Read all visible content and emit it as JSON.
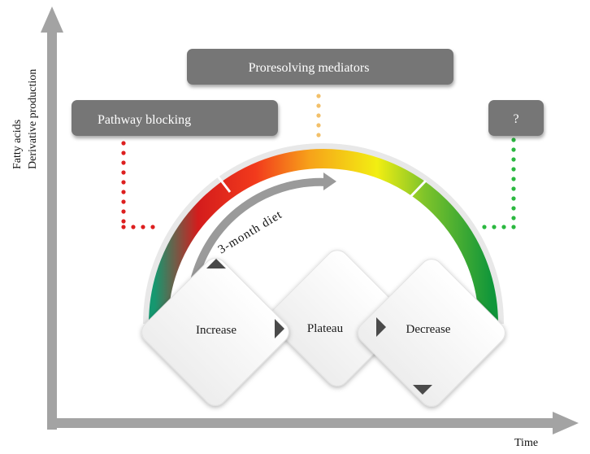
{
  "axes": {
    "y_label_line1": "Fatty acids",
    "y_label_line2": "Derivative production",
    "x_label": "Time"
  },
  "boxes": {
    "proresolving": "Proresolving mediators",
    "pathway_blocking": "Pathway blocking",
    "unknown": "?"
  },
  "arc": {
    "label": "3-month diet"
  },
  "phases": {
    "increase": "Increase",
    "plateau": "Plateau",
    "decrease": "Decrease"
  },
  "colors": {
    "axis": "#a3a3a3",
    "box_fill": "#767676",
    "red_dots": "#dd1f1f",
    "orange_dots": "#f2c06a",
    "green_dots": "#2bb840",
    "arc_red": "#e02020",
    "arc_orange": "#f7a21a",
    "arc_yellow": "#f2ee12",
    "arc_green": "#1aa23a",
    "arc_teal": "#159870"
  }
}
